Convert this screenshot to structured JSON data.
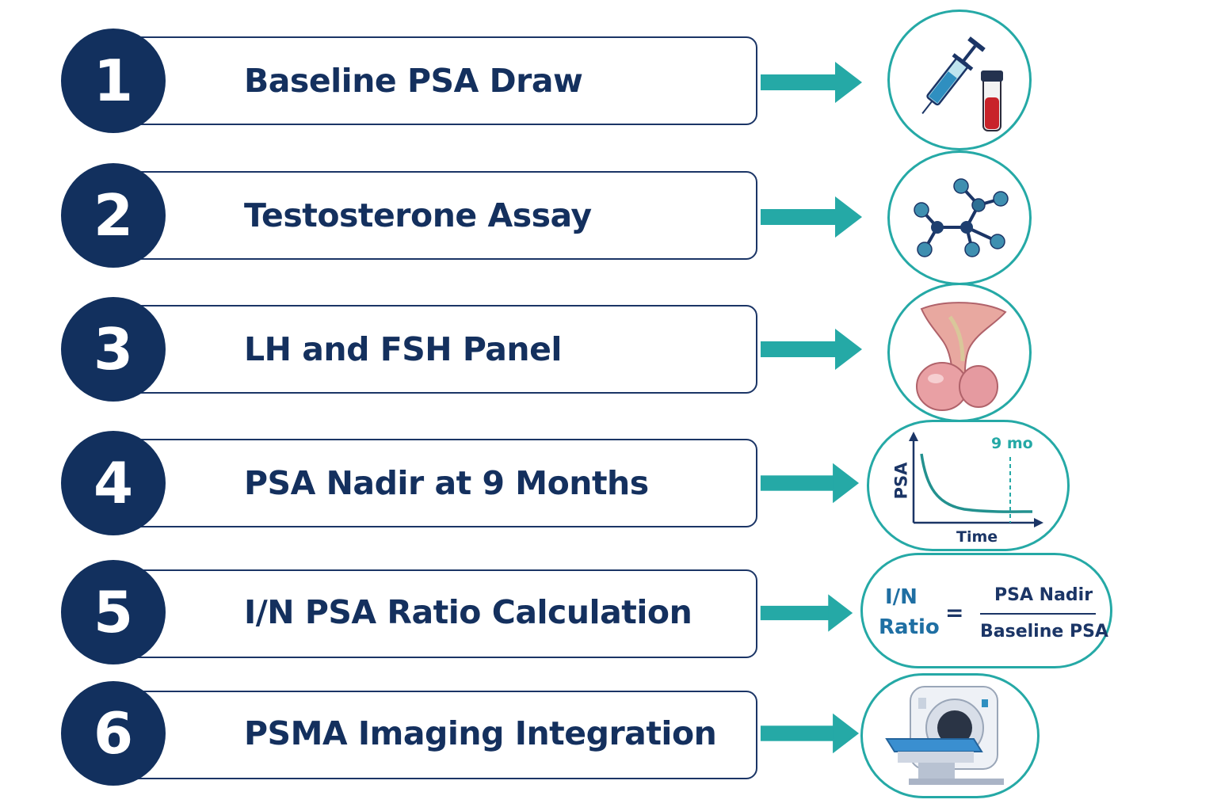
{
  "colors": {
    "navy": "#12305e",
    "teal": "#25a9a6"
  },
  "steps": [
    {
      "number": "1",
      "label": "Baseline PSA Draw",
      "icon": "syringe-and-blood-tube-icon"
    },
    {
      "number": "2",
      "label": "Testosterone Assay",
      "icon": "molecule-icon"
    },
    {
      "number": "3",
      "label": "LH and FSH Panel",
      "icon": "pituitary-gland-icon"
    },
    {
      "number": "4",
      "label": "PSA Nadir at 9 Months",
      "icon": "psa-decline-graph-icon"
    },
    {
      "number": "5",
      "label": "I/N PSA Ratio Calculation",
      "icon": "ratio-formula-icon"
    },
    {
      "number": "6",
      "label": "PSMA Imaging Integration",
      "icon": "pet-ct-scanner-icon"
    }
  ],
  "graph": {
    "y_label": "PSA",
    "x_label": "Time",
    "marker_label": "9 mo"
  },
  "formula": {
    "lhs_line1": "I/N",
    "lhs_line2": "Ratio",
    "equals": "=",
    "numerator": "PSA Nadir",
    "denominator": "Baseline PSA"
  }
}
